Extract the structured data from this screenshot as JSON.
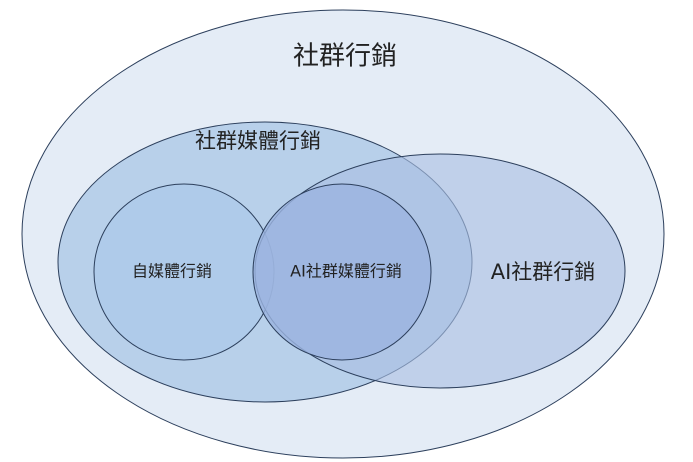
{
  "diagram": {
    "regions": {
      "social_marketing": "社群行銷",
      "social_media_marketing": "社群媒體行銷",
      "self_media_marketing": "自媒體行銷",
      "ai_social_media_marketing": "AI社群媒體行銷",
      "ai_social_marketing": "AI社群行銷"
    },
    "colors": {
      "outer_fill": "#e4ecf6",
      "outline": "#2c3f5c",
      "social_media_fill": "#b8d0ea",
      "self_media_fill": "#aecaea",
      "ai_fill": "#a9bfe2",
      "center_fill": "#9bb3df"
    }
  }
}
